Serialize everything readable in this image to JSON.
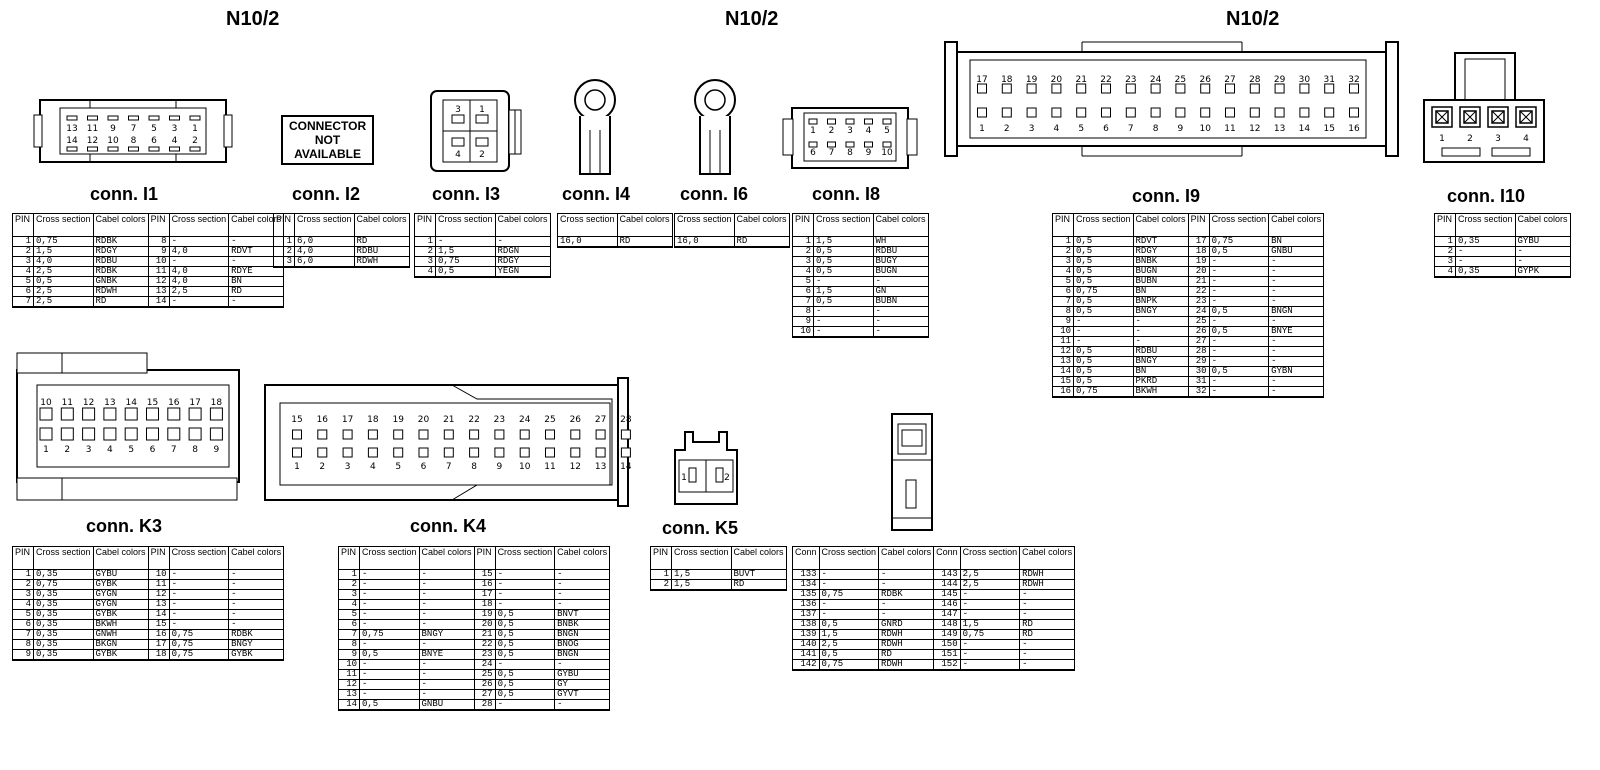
{
  "headers": {
    "left": "N10/2",
    "center": "N10/2",
    "right": "N10/2"
  },
  "col_labels": {
    "pin": "PIN",
    "conn": "Conn",
    "cross": "Cross section",
    "cabel": "Cabel colors"
  },
  "not_available": [
    "CONNECTOR",
    "NOT",
    "AVAILABLE"
  ],
  "connectors": {
    "I1": {
      "title": "conn. I1",
      "pins_top": [
        "13",
        "11",
        "9",
        "7",
        "5",
        "3",
        "1"
      ],
      "pins_bottom": [
        "14",
        "12",
        "10",
        "8",
        "6",
        "4",
        "2"
      ],
      "rows": [
        [
          "1",
          "0,75",
          "RDBK",
          "8",
          "-",
          "-"
        ],
        [
          "2",
          "1,5",
          "RDGY",
          "9",
          "4,0",
          "RDVT"
        ],
        [
          "3",
          "4,0",
          "RDBU",
          "10",
          "-",
          "-"
        ],
        [
          "4",
          "2,5",
          "RDBK",
          "11",
          "4,0",
          "RDYE"
        ],
        [
          "5",
          "0,5",
          "GNBK",
          "12",
          "4,0",
          "BN"
        ],
        [
          "6",
          "2,5",
          "RDWH",
          "13",
          "2,5",
          "RD"
        ],
        [
          "7",
          "2,5",
          "RD",
          "14",
          "-",
          "-"
        ]
      ]
    },
    "I2": {
      "title": "conn. I2",
      "rows": [
        [
          "1",
          "6,0",
          "RD"
        ],
        [
          "2",
          "4,0",
          "RDBU"
        ],
        [
          "3",
          "6,0",
          "RDWH"
        ]
      ]
    },
    "I3": {
      "title": "conn. I3",
      "pins": [
        "3",
        "1",
        "4",
        "2"
      ],
      "rows": [
        [
          "1",
          "-",
          "-"
        ],
        [
          "2",
          "1,5",
          "RDGN"
        ],
        [
          "3",
          "0,75",
          "RDGY"
        ],
        [
          "4",
          "0,5",
          "YEGN"
        ]
      ]
    },
    "I4": {
      "title": "conn. I4",
      "rows": [
        [
          "16,0",
          "RD"
        ]
      ]
    },
    "I6": {
      "title": "conn. I6",
      "rows": [
        [
          "16,0",
          "RD"
        ]
      ]
    },
    "I8": {
      "title": "conn. I8",
      "pins_top": [
        "1",
        "2",
        "3",
        "4",
        "5"
      ],
      "pins_bottom": [
        "6",
        "7",
        "8",
        "9",
        "10"
      ],
      "rows": [
        [
          "1",
          "1,5",
          "WH"
        ],
        [
          "2",
          "0,5",
          "RDBU"
        ],
        [
          "3",
          "0,5",
          "BUGY"
        ],
        [
          "4",
          "0,5",
          "BUGN"
        ],
        [
          "5",
          "-",
          "-"
        ],
        [
          "6",
          "1,5",
          "GN"
        ],
        [
          "7",
          "0,5",
          "BUBN"
        ],
        [
          "8",
          "-",
          "-"
        ],
        [
          "9",
          "-",
          "-"
        ],
        [
          "10",
          "-",
          "-"
        ]
      ]
    },
    "I9": {
      "title": "conn. I9",
      "pins_top": [
        "17",
        "18",
        "19",
        "20",
        "21",
        "22",
        "23",
        "24",
        "25",
        "26",
        "27",
        "28",
        "29",
        "30",
        "31",
        "32"
      ],
      "pins_bottom": [
        "1",
        "2",
        "3",
        "4",
        "5",
        "6",
        "7",
        "8",
        "9",
        "10",
        "11",
        "12",
        "13",
        "14",
        "15",
        "16"
      ],
      "rows": [
        [
          "1",
          "0,5",
          "RDVT",
          "17",
          "0,75",
          "BN"
        ],
        [
          "2",
          "0,5",
          "RDGY",
          "18",
          "0,5",
          "GNBU"
        ],
        [
          "3",
          "0,5",
          "BNBK",
          "19",
          "-",
          "-"
        ],
        [
          "4",
          "0,5",
          "BUGN",
          "20",
          "-",
          "-"
        ],
        [
          "5",
          "0,5",
          "BUBN",
          "21",
          "-",
          "-"
        ],
        [
          "6",
          "0,75",
          "BN",
          "22",
          "-",
          "-"
        ],
        [
          "7",
          "0,5",
          "BNPK",
          "23",
          "-",
          "-"
        ],
        [
          "8",
          "0,5",
          "BNGY",
          "24",
          "0,5",
          "BNGN"
        ],
        [
          "9",
          "-",
          "-",
          "25",
          "-",
          "-"
        ],
        [
          "10",
          "-",
          "-",
          "26",
          "0,5",
          "BNYE"
        ],
        [
          "11",
          "-",
          "-",
          "27",
          "-",
          "-"
        ],
        [
          "12",
          "0,5",
          "RDBU",
          "28",
          "-",
          "-"
        ],
        [
          "13",
          "0,5",
          "BNGY",
          "29",
          "-",
          "-"
        ],
        [
          "14",
          "0,5",
          "BN",
          "30",
          "0,5",
          "GYBN"
        ],
        [
          "15",
          "0,5",
          "PKRD",
          "31",
          "-",
          "-"
        ],
        [
          "16",
          "0,75",
          "BKWH",
          "32",
          "-",
          "-"
        ]
      ]
    },
    "I10": {
      "title": "conn. I10",
      "pins": [
        "1",
        "2",
        "3",
        "4"
      ],
      "rows": [
        [
          "1",
          "0,35",
          "GYBU"
        ],
        [
          "2",
          "-",
          "-"
        ],
        [
          "3",
          "-",
          "-"
        ],
        [
          "4",
          "0,35",
          "GYPK"
        ]
      ]
    },
    "K3": {
      "title": "conn. K3",
      "pins_top": [
        "10",
        "11",
        "12",
        "13",
        "14",
        "15",
        "16",
        "17",
        "18"
      ],
      "pins_bottom": [
        "1",
        "2",
        "3",
        "4",
        "5",
        "6",
        "7",
        "8",
        "9"
      ],
      "rows": [
        [
          "1",
          "0,35",
          "GYBU",
          "10",
          "-",
          "-"
        ],
        [
          "2",
          "0,75",
          "GYBK",
          "11",
          "-",
          "-"
        ],
        [
          "3",
          "0,35",
          "GYGN",
          "12",
          "-",
          "-"
        ],
        [
          "4",
          "0,35",
          "GYGN",
          "13",
          "-",
          "-"
        ],
        [
          "5",
          "0,35",
          "GYBK",
          "14",
          "-",
          "-"
        ],
        [
          "6",
          "0,35",
          "BKWH",
          "15",
          "-",
          "-"
        ],
        [
          "7",
          "0,35",
          "GNWH",
          "16",
          "0,75",
          "RDBK"
        ],
        [
          "8",
          "0,35",
          "BKGN",
          "17",
          "0,75",
          "BNGY"
        ],
        [
          "9",
          "0,35",
          "GYBK",
          "18",
          "0,75",
          "GYBK"
        ]
      ]
    },
    "K4": {
      "title": "conn. K4",
      "pins_top": [
        "15",
        "16",
        "17",
        "18",
        "19",
        "20",
        "21",
        "22",
        "23",
        "24",
        "25",
        "26",
        "27",
        "28"
      ],
      "pins_bottom": [
        "1",
        "2",
        "3",
        "4",
        "5",
        "6",
        "7",
        "8",
        "9",
        "10",
        "11",
        "12",
        "13",
        "14"
      ],
      "rows": [
        [
          "1",
          "-",
          "-",
          "15",
          "-",
          "-"
        ],
        [
          "2",
          "-",
          "-",
          "16",
          "-",
          "-"
        ],
        [
          "3",
          "-",
          "-",
          "17",
          "-",
          "-"
        ],
        [
          "4",
          "-",
          "-",
          "18",
          "-",
          "-"
        ],
        [
          "5",
          "-",
          "-",
          "19",
          "0,5",
          "BNVT"
        ],
        [
          "6",
          "-",
          "-",
          "20",
          "0,5",
          "BNBK"
        ],
        [
          "7",
          "0,75",
          "BNGY",
          "21",
          "0,5",
          "BNGN"
        ],
        [
          "8",
          "-",
          "-",
          "22",
          "0,5",
          "BNOG"
        ],
        [
          "9",
          "0,5",
          "BNYE",
          "23",
          "0,5",
          "BNGN"
        ],
        [
          "10",
          "-",
          "-",
          "24",
          "-",
          "-"
        ],
        [
          "11",
          "-",
          "-",
          "25",
          "0,5",
          "GYBU"
        ],
        [
          "12",
          "-",
          "-",
          "26",
          "0,5",
          "GY"
        ],
        [
          "13",
          "-",
          "-",
          "27",
          "0,5",
          "GYVT"
        ],
        [
          "14",
          "0,5",
          "GNBU",
          "28",
          "-",
          "-"
        ]
      ]
    },
    "K5": {
      "title": "conn. K5",
      "pins": [
        "1",
        "2"
      ],
      "rows": [
        [
          "1",
          "1,5",
          "BUVT"
        ],
        [
          "2",
          "1,5",
          "RD"
        ]
      ]
    },
    "C13": {
      "rows": [
        [
          "133",
          "-",
          "-",
          "143",
          "2,5",
          "RDWH"
        ],
        [
          "134",
          "-",
          "-",
          "144",
          "2,5",
          "RDWH"
        ],
        [
          "135",
          "0,75",
          "RDBK",
          "145",
          "-",
          "-"
        ],
        [
          "136",
          "-",
          "-",
          "146",
          "-",
          "-"
        ],
        [
          "137",
          "-",
          "-",
          "147",
          "-",
          "-"
        ],
        [
          "138",
          "0,5",
          "GNRD",
          "148",
          "1,5",
          "RD"
        ],
        [
          "139",
          "1,5",
          "RDWH",
          "149",
          "0,75",
          "RD"
        ],
        [
          "140",
          "2,5",
          "RDWH",
          "150",
          "-",
          "-"
        ],
        [
          "141",
          "0,5",
          "RD",
          "151",
          "-",
          "-"
        ],
        [
          "142",
          "0,75",
          "RDWH",
          "152",
          "-",
          "-"
        ]
      ]
    }
  }
}
